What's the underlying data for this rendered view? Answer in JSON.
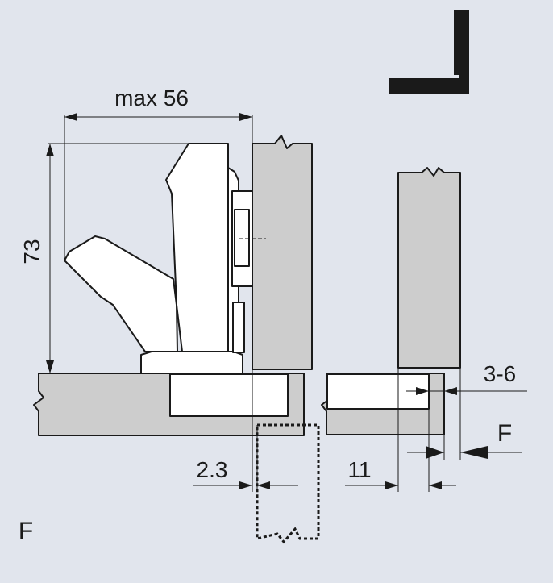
{
  "dimensions": {
    "max_width": "max 56",
    "height": "73",
    "overlay_range": "3-6",
    "offset_small": "2.3",
    "offset_right": "11",
    "f_marker": "F"
  },
  "legend": {
    "corner_label": "F"
  },
  "colors": {
    "background": "#e1e5ed",
    "panel_fill": "#cdcdcd",
    "hinge_fill": "#ffffff",
    "ink": "#1a1a1a"
  },
  "icons": {
    "door_type_symbol": "corner-overlay-icon"
  }
}
